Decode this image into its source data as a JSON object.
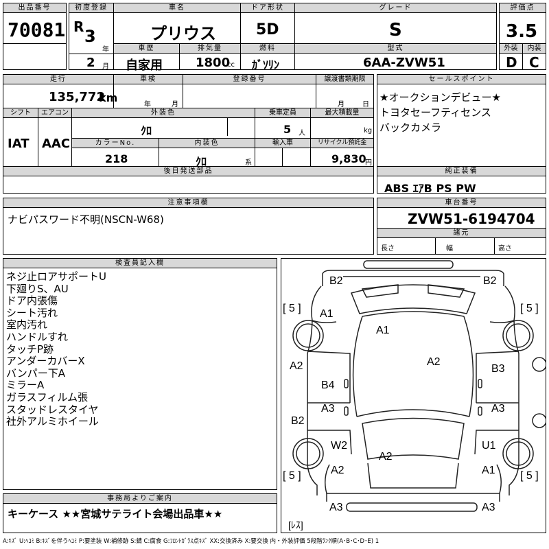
{
  "header": {
    "lot_label": "出品番号",
    "lot_value": "70081",
    "first_reg_label": "初度登録",
    "era": "R",
    "year": "3",
    "year_unit": "年",
    "month": "2",
    "month_unit": "月",
    "car_name_label": "車名",
    "car_name": "プリウス",
    "history_label": "車歴",
    "history": "自家用",
    "displacement_label": "排気量",
    "displacement": "1800",
    "displacement_unit": "cc",
    "door_label": "ドア形状",
    "door": "5D",
    "fuel_label": "燃料",
    "fuel": "ｶﾞｿﾘﾝ",
    "grade_label": "グレード",
    "grade": "S",
    "model_label": "型式",
    "model": "6AA-ZVW51",
    "score_label": "評価点",
    "score": "3.5",
    "exterior_label": "外装",
    "exterior": "D",
    "interior_label": "内装",
    "interior": "C"
  },
  "row2": {
    "mileage_label": "走行",
    "mileage": "135,772",
    "mileage_unit": "km",
    "inspection_label": "車検",
    "year_unit": "年",
    "month_unit": "月",
    "reg_no_label": "登録番号",
    "transfer_label": "譲渡書類期限",
    "transfer_month": "月",
    "transfer_day": "日",
    "shift_label": "シフト",
    "shift": "IAT",
    "ac_label": "エアコン",
    "ac": "AAC",
    "ext_color_label": "外装色",
    "ext_color": "ｸﾛ",
    "capacity_label": "乗車定員",
    "capacity": "5",
    "capacity_unit": "人",
    "max_load_label": "最大積載量",
    "max_load_unit": "kg",
    "color_no_label": "カラーNo.",
    "color_no": "218",
    "int_color_label": "内装色",
    "int_color": "ｸﾛ",
    "int_color_unit": "系",
    "import_label": "輸入車",
    "recycle_label": "リサイクル預託金",
    "recycle": "9,830",
    "recycle_unit": "円",
    "later_parts_label": "後日発送部品"
  },
  "sales_points": {
    "label": "セールスポイント",
    "items": [
      "★オークションデビュー★",
      "トヨタセーフティセンス",
      "バックカメラ"
    ]
  },
  "equipment": {
    "label": "純正装備",
    "value": "ABS ｴｱB PS PW"
  },
  "notes": {
    "label": "注意事項欄",
    "value": "ナビパスワード不明(NSCN-W68)"
  },
  "chassis": {
    "label": "車台番号",
    "value": "ZVW51-6194704",
    "specs_label": "諸元",
    "length": "長さ",
    "width": "幅",
    "height": "高さ"
  },
  "inspector": {
    "label": "検査員記入欄",
    "lines": [
      "ネジ止ロアサポートU",
      "下廻りS、AU",
      "ドア内張傷",
      "シート汚れ",
      "室内汚れ",
      "ハンドルすれ",
      "タッチP跡",
      "アンダーカバーX",
      "バンパー下A",
      "ミラーA",
      "ガラスフィルム張",
      "スタッドレスタイヤ",
      "社外アルミホイール"
    ]
  },
  "office": {
    "label": "事務局よりご案内",
    "value": "キーケース ★★宮城サテライト会場出品車★★"
  },
  "diagram": {
    "marks": [
      "B2",
      "B2",
      "[ 5 ]",
      "[ 5 ]",
      "A1",
      "A1",
      "A2",
      "A2",
      "B3",
      "B4",
      "A3",
      "A3",
      "B2",
      "W2",
      "A2",
      "U1",
      "A2",
      "A1",
      "[ 5 ]",
      "[ 5 ]",
      "A3",
      "A3",
      "[ﾚｽ]"
    ]
  },
  "legend": "A:ｷｽﾞ U:ﾍｺﾐ B:ｷｽﾞを伴うﾍｺﾐ P:要塗装 W:補修跡 S:錆 C:腐食 G:ﾌﾛﾝﾄｶﾞﾗｽ点ｷｽﾞ XX:交換済み X:要交換 内・外装評価 5段階ﾗﾝｸ順(A･B･C･D･E) 1"
}
